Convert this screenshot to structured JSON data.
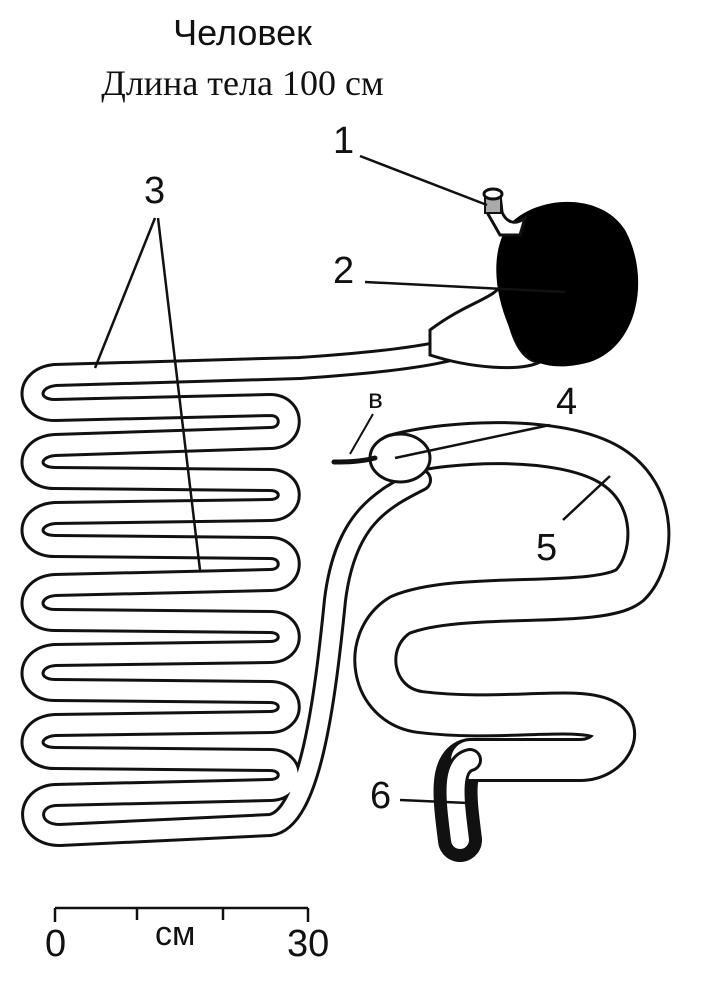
{
  "title": "Человек",
  "subtitle": "Длина тела 100 см",
  "labels": {
    "esophagus": "1",
    "stomach": "2",
    "small_intestine": "3",
    "cecum": "4",
    "colon": "5",
    "rectum": "6",
    "appendix": "в"
  },
  "scale": {
    "start": "0",
    "end": "30",
    "unit": "см"
  },
  "colors": {
    "stroke": "#111111",
    "stomach_fill": "#000000",
    "esophagus_fill": "#aaaaaa"
  }
}
